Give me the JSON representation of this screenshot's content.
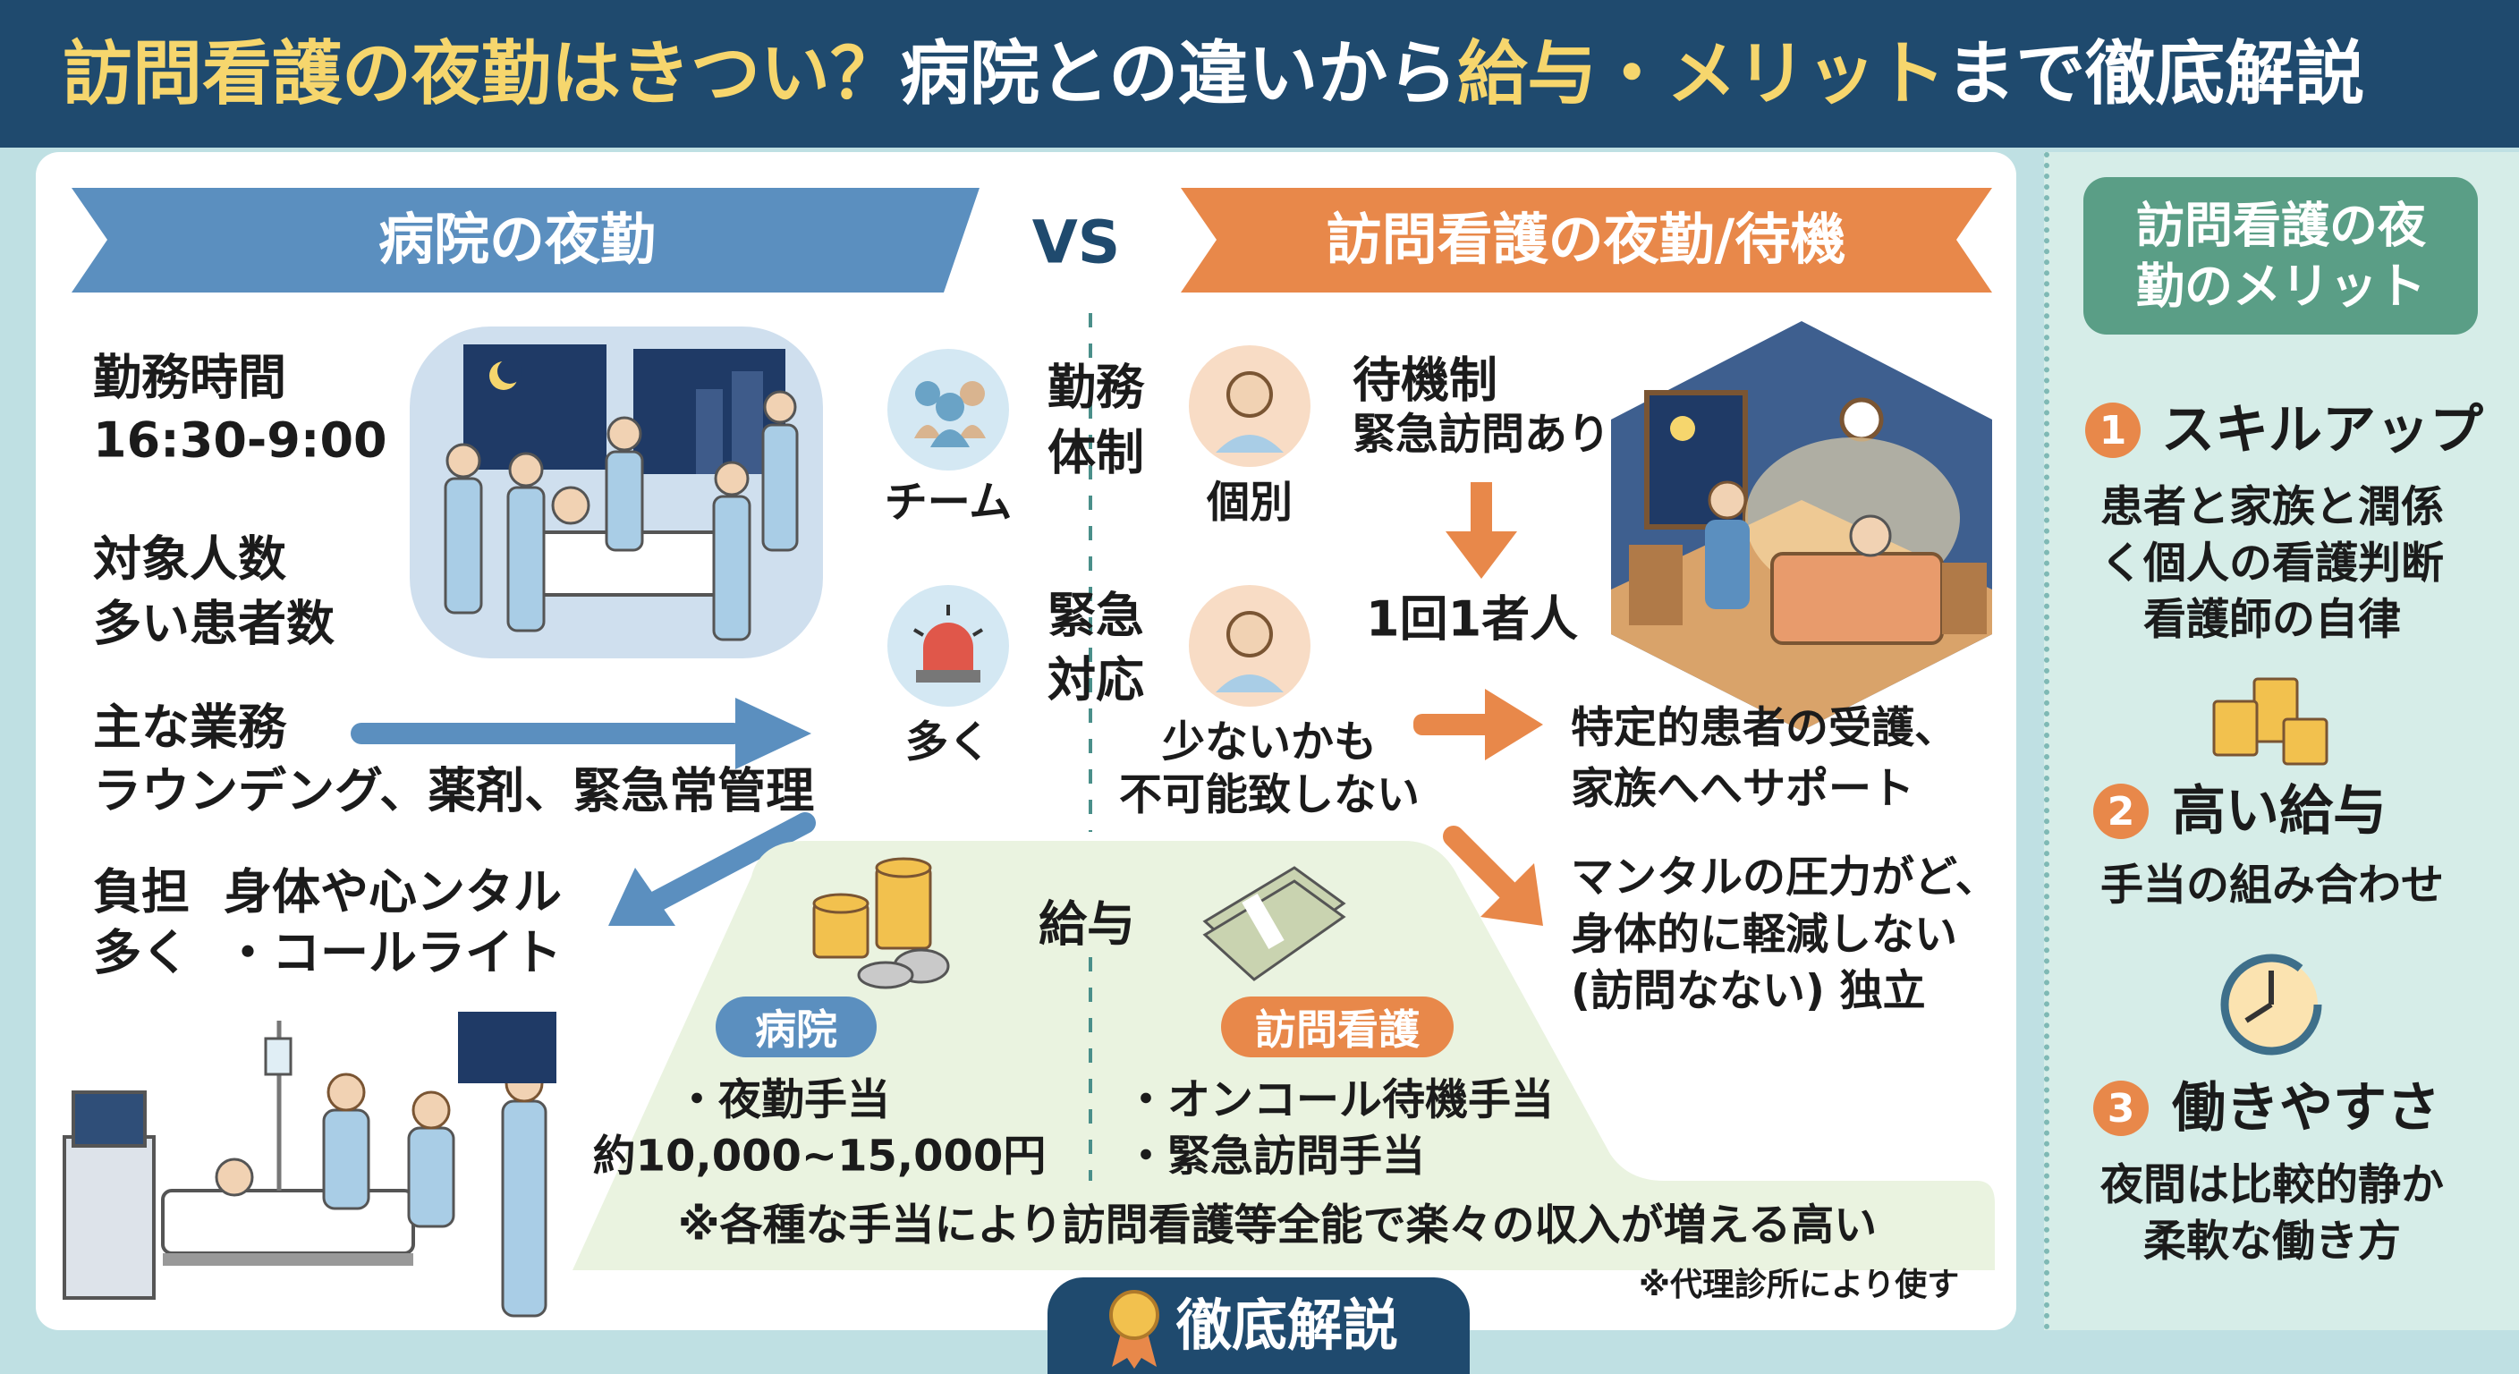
{
  "title": {
    "part1": "訪問看護の夜勤はきつい？",
    "part2": "病院との違いから",
    "part3": "給与・メリット",
    "part4": "まで徹底解説"
  },
  "colors": {
    "navy": "#1f4a6e",
    "title_accent": "#f6d66d",
    "hospital_blue": "#5b8fbf",
    "visit_orange": "#e8884a",
    "merit_green": "#5a9e86",
    "salary_bg": "#eaf3e0"
  },
  "banners": {
    "hospital": "病院の夜勤",
    "vs": "VS",
    "visit": "訪問看護の夜勤/待機"
  },
  "hospital": {
    "hours_label": "勤務時間",
    "hours_value": "16:30-9:00",
    "patients_label": "対象人数",
    "patients_value": "多い患者数",
    "duties_label": "主な業務",
    "duties_value": "ラウンデング、薬剤、緊急常管理",
    "burden_label1": "負担",
    "burden_label2": "多く",
    "burden_value1": "身体や心ンタル",
    "burden_value2": "・コールライト"
  },
  "comparison": {
    "system_label": "勤務\n体制",
    "system_label_1": "勤務",
    "system_label_2": "体制",
    "hospital_system": "チーム",
    "visit_system": "個別",
    "emergency_label_1": "緊急",
    "emergency_label_2": "対応",
    "hospital_emergency": "多く",
    "visit_emergency_1": "少ないかも",
    "visit_emergency_2": "不可能致しない"
  },
  "visit": {
    "standby_title": "待機制",
    "standby_sub": "緊急訪問あり",
    "ratio": "1回1者人",
    "support_1": "特定的患者の受護、",
    "support_2": "家族へへサポート",
    "pressure_1": "マンタルの圧力がど、",
    "pressure_2": "身体的に軽減しない",
    "pressure_3": "(訪問なない) 独立"
  },
  "salary": {
    "heading": "給与",
    "hospital_tag": "病院",
    "hospital_item": "・夜勤手当",
    "hospital_amount": "約10,000~15,000円",
    "visit_tag": "訪問看護",
    "visit_item1": "・オンコール待機手当",
    "visit_item2": "・緊急訪問手当",
    "note": "※各種な手当により訪問看護等全能で楽々の収入が増える高い",
    "footnote": "※代理診所により使す"
  },
  "badge": {
    "label": "徹底解説",
    "icon": "medal-icon"
  },
  "merits": {
    "heading_1": "訪問看護の夜",
    "heading_2": "勤のメリット",
    "items": [
      {
        "num": "1",
        "title": "スキルアップ",
        "lines": [
          "患者と家族と潤係",
          "く個人の看護判断",
          "看護師の自律"
        ],
        "icon": "coins-icon"
      },
      {
        "num": "2",
        "title": "高い給与",
        "lines": [
          "手当の組み合わせ"
        ],
        "icon": "clock-icon"
      },
      {
        "num": "3",
        "title": "働きやすさ",
        "lines": [
          "夜間は比較的静か",
          "柔軟な働き方"
        ]
      }
    ]
  }
}
